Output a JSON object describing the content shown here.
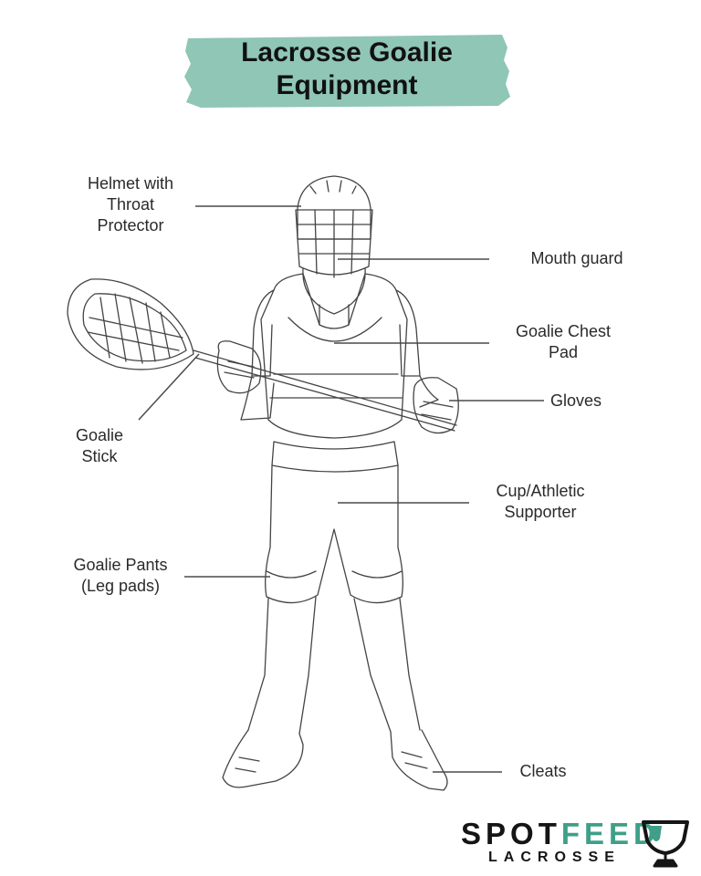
{
  "title": {
    "line1": "Lacrosse Goalie",
    "line2": "Equipment"
  },
  "colors": {
    "brush": "#8fc6b5",
    "line": "#4a4a4a",
    "accent": "#3f9f88"
  },
  "labels": {
    "helmet": {
      "l1": "Helmet with",
      "l2": "Throat",
      "l3": "Protector"
    },
    "mouth_guard": {
      "l1": "Mouth guard"
    },
    "chest_pad": {
      "l1": "Goalie Chest",
      "l2": "Pad"
    },
    "gloves": {
      "l1": "Gloves"
    },
    "stick": {
      "l1": "Goalie",
      "l2": "Stick"
    },
    "cup": {
      "l1": "Cup/Athletic",
      "l2": "Supporter"
    },
    "pants": {
      "l1": "Goalie Pants",
      "l2": "(Leg pads)"
    },
    "cleats": {
      "l1": "Cleats"
    }
  },
  "logo": {
    "spot": "SPOT",
    "feed": "FEED",
    "sub": "LACROSSE",
    "icon": "trophy-icon"
  }
}
